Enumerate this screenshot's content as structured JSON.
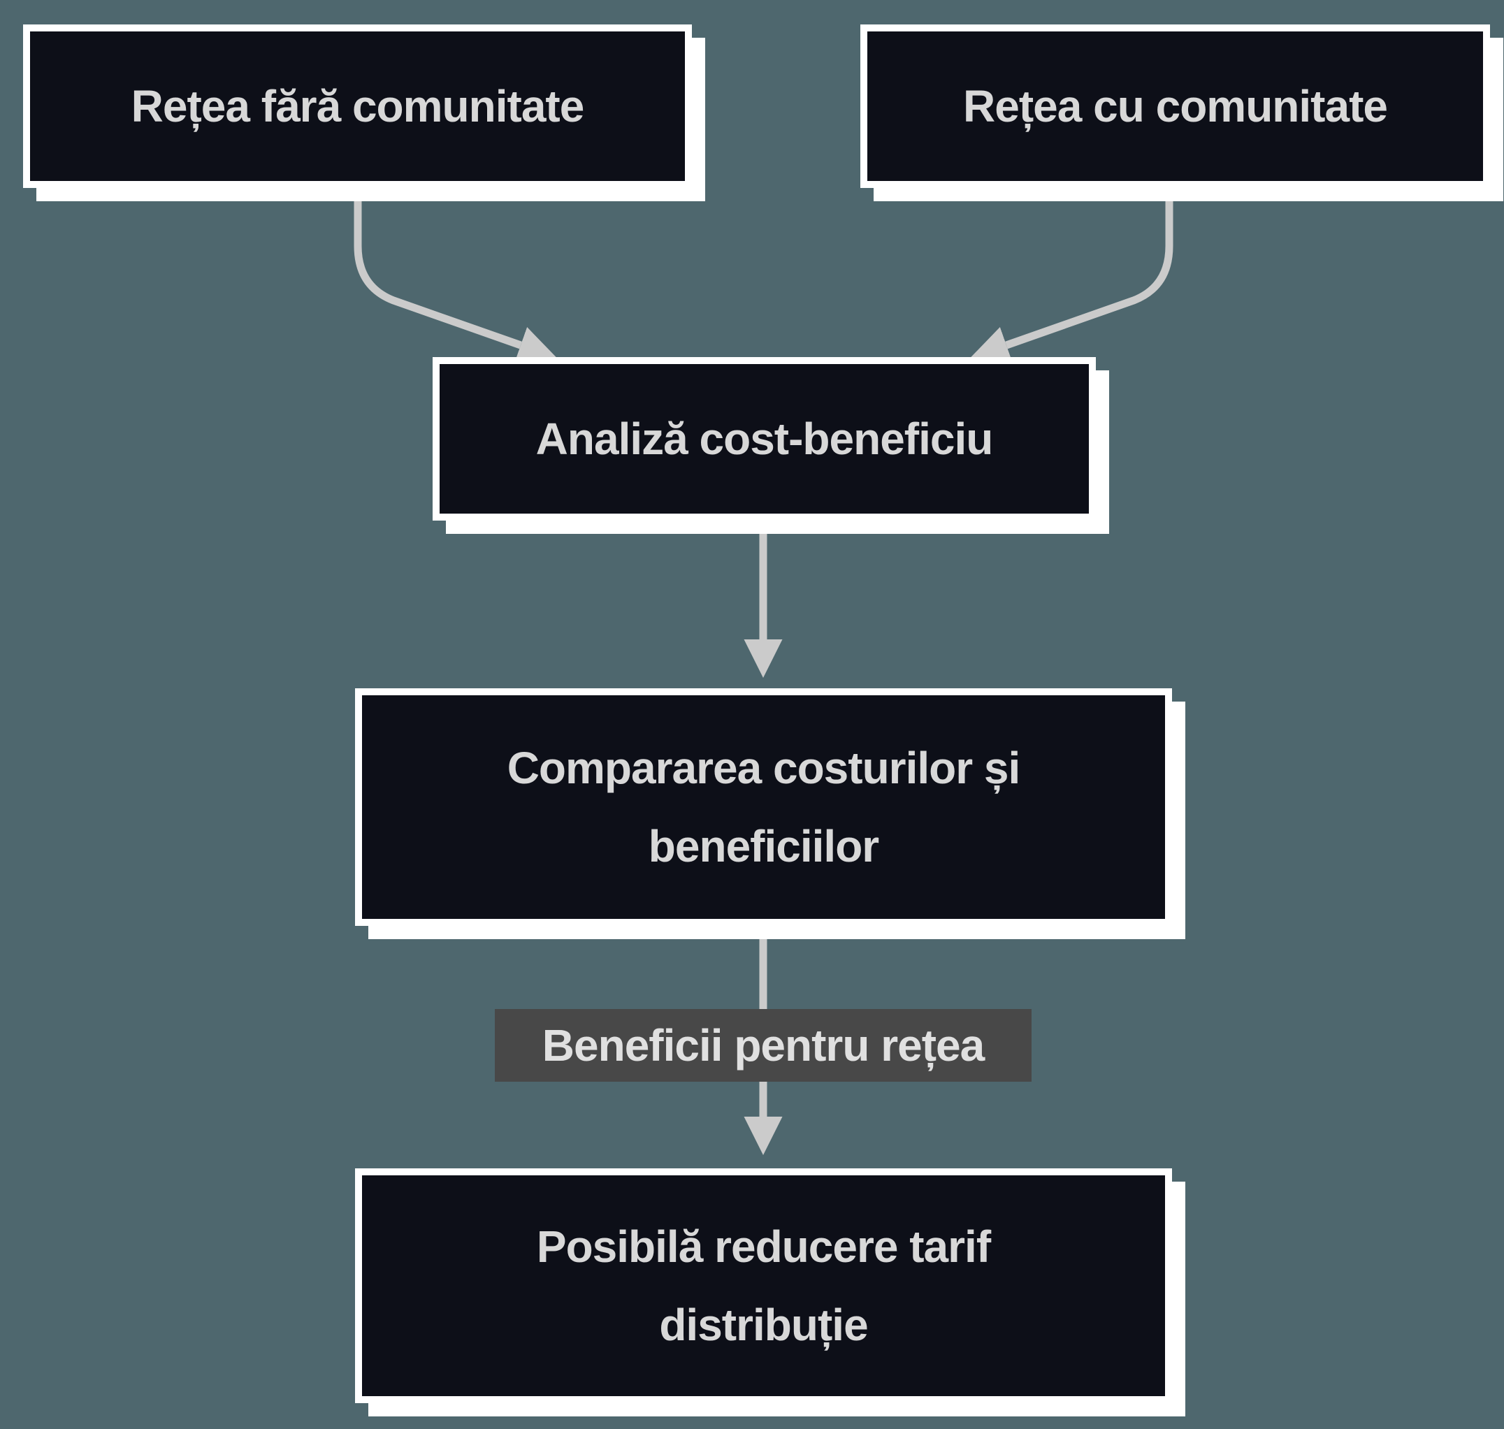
{
  "theme": {
    "bg": "#4e676e",
    "frame": "#ffffff",
    "node-fill": "#0d0f18",
    "node-text": "#d8d8d8",
    "edge": "#cbcbcb",
    "label-bg": "#484848",
    "label-text": "#e0e0e0"
  },
  "diagram": {
    "type": "flowchart",
    "direction": "top-down"
  },
  "nodes": [
    {
      "id": "retea-fara-comunitate",
      "label": "Rețea fără comunitate"
    },
    {
      "id": "retea-cu-comunitate",
      "label": "Rețea cu comunitate"
    },
    {
      "id": "analiza-cost-beneficiu",
      "label": "Analiză cost-beneficiu"
    },
    {
      "id": "compararea-costurilor",
      "label": "Compararea costurilor și\nbeneficiilor"
    },
    {
      "id": "posibila-reducere-tarif",
      "label": "Posibilă reducere tarif\ndistribuție"
    }
  ],
  "edges": [
    {
      "from": "retea-fara-comunitate",
      "to": "analiza-cost-beneficiu",
      "label": ""
    },
    {
      "from": "retea-cu-comunitate",
      "to": "analiza-cost-beneficiu",
      "label": ""
    },
    {
      "from": "analiza-cost-beneficiu",
      "to": "compararea-costurilor",
      "label": ""
    },
    {
      "from": "compararea-costurilor",
      "to": "posibila-reducere-tarif",
      "label": "Beneficii pentru rețea"
    }
  ]
}
